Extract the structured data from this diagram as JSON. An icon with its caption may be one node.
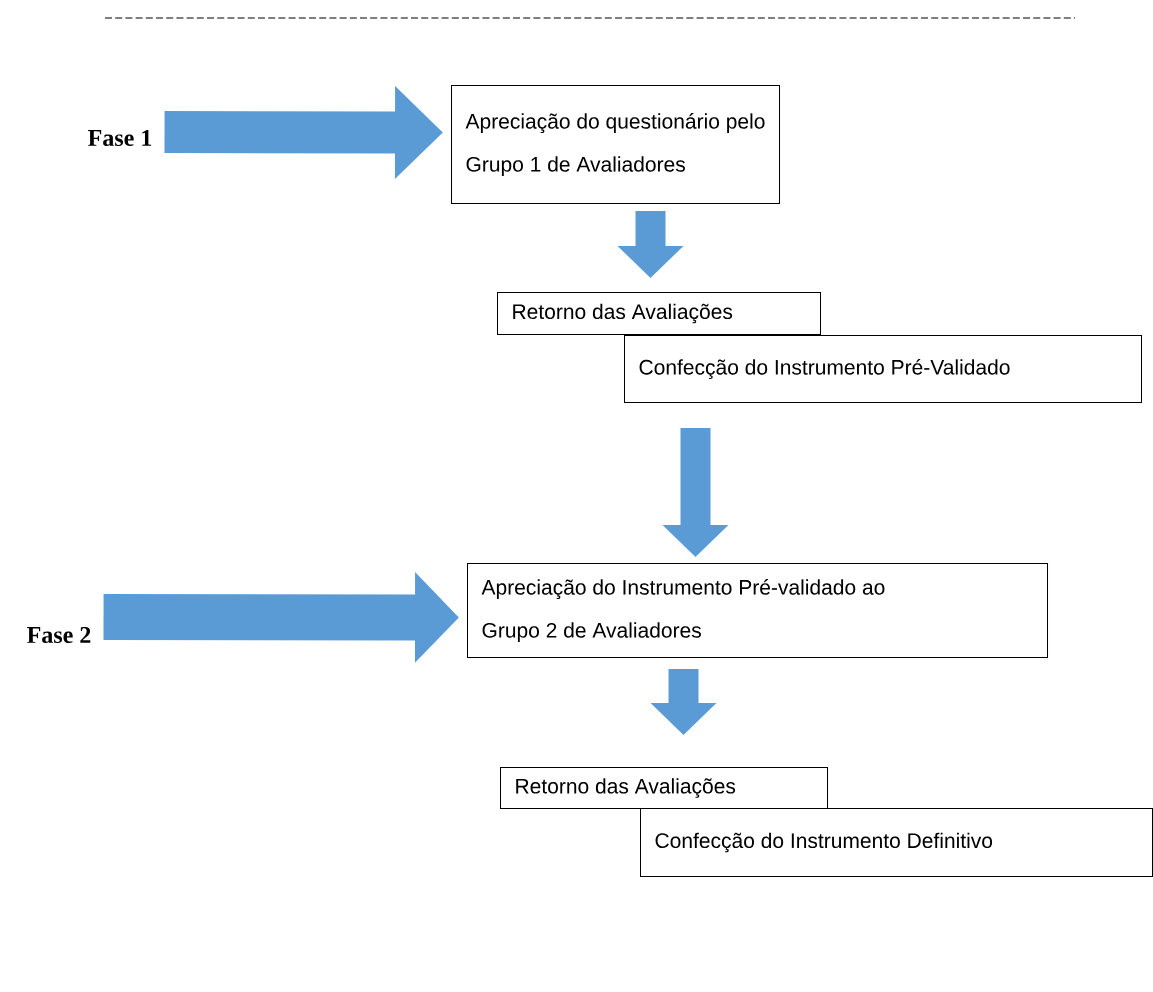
{
  "diagram": {
    "nodes": [
      {
        "text": [
          "Fase 1"
        ]
      },
      {
        "text": [
          "Apreciação do questionário pelo Grupo 1 de Avaliadores"
        ]
      },
      {
        "text": [
          "Retorno das Avaliações"
        ]
      },
      {
        "text": [
          "Confecção do Instrumento Pré-Validado"
        ]
      },
      {
        "text": [
          "Fase 2"
        ]
      },
      {
        "text": [
          "Apreciação do Instrumento Pré-validado ao Grupo 2 de Avaliadores"
        ]
      },
      {
        "text": [
          "Retorno das Avaliações"
        ]
      },
      {
        "text": [
          "Confecção do Instrumento Definitivo"
        ]
      }
    ],
    "edges": [
      {
        "from": 0,
        "to": 1,
        "arrow": "to"
      },
      {
        "from": 1,
        "to": 2,
        "arrow": "to"
      },
      {
        "from": 3,
        "to": 5,
        "arrow": "to"
      },
      {
        "from": 4,
        "to": 5,
        "arrow": "to"
      },
      {
        "from": 5,
        "to": 6,
        "arrow": "to"
      }
    ]
  }
}
